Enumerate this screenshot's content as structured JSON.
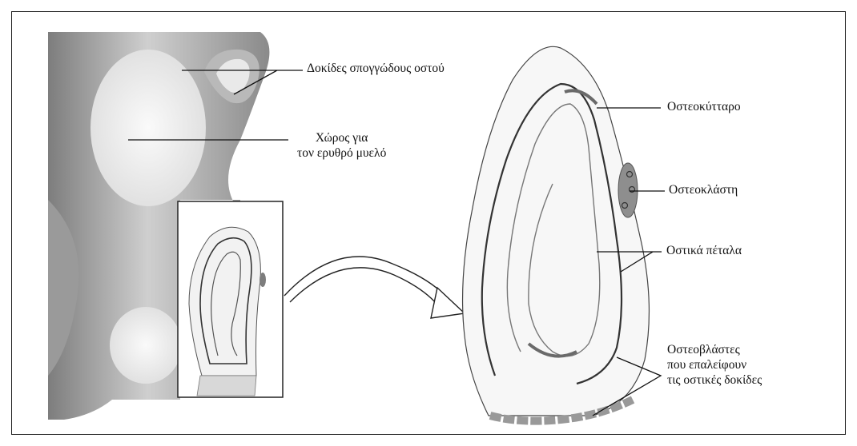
{
  "figure": {
    "labels": {
      "trabeculae": "Δοκίδες σπογγώδους οστού",
      "marrow_space": [
        "Χώρος για",
        "τον ερυθρό μυελό"
      ],
      "osteocyte": "Οστεοκύτταρο",
      "osteoclast": "Οστεοκλάστη",
      "lamellae": "Οστικά πέταλα",
      "osteoblasts": [
        "Οστεοβλάστες",
        "που επαλείφουν",
        "τις οστικές δοκίδες"
      ]
    }
  }
}
